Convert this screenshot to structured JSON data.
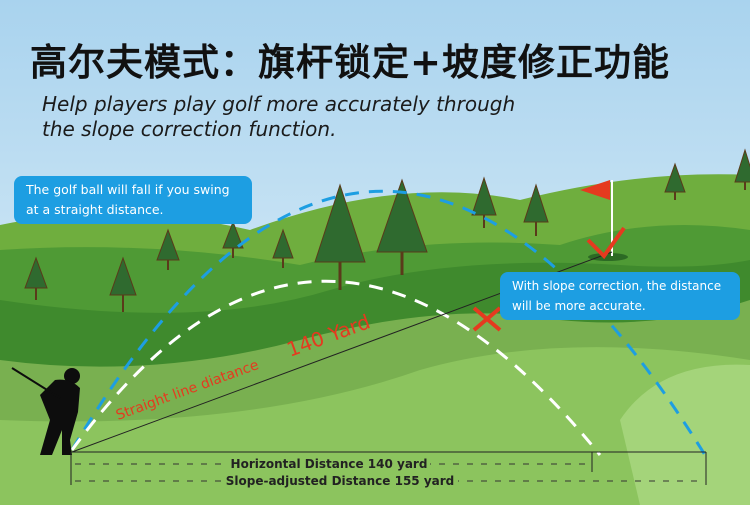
{
  "title": "高尔夫模式：旗杆锁定+坡度修正功能",
  "subtitle": [
    "Help players play golf more accurately through",
    "the slope correction function."
  ],
  "callouts": {
    "straight": [
      "The golf ball will fall if you swing",
      "at a straight distance."
    ],
    "slope": [
      "With slope correction, the distance",
      "will be more accurate."
    ]
  },
  "labels": {
    "straight_line": "Straight line diatance",
    "yard": "140 Yard",
    "horizontal": "Horizontal Distance 140 yard",
    "slope_adjusted": "Slope-adjusted Distance 155 yard"
  },
  "colors": {
    "accent_blue": "#1d9ee2",
    "red": "#e53a1f"
  }
}
